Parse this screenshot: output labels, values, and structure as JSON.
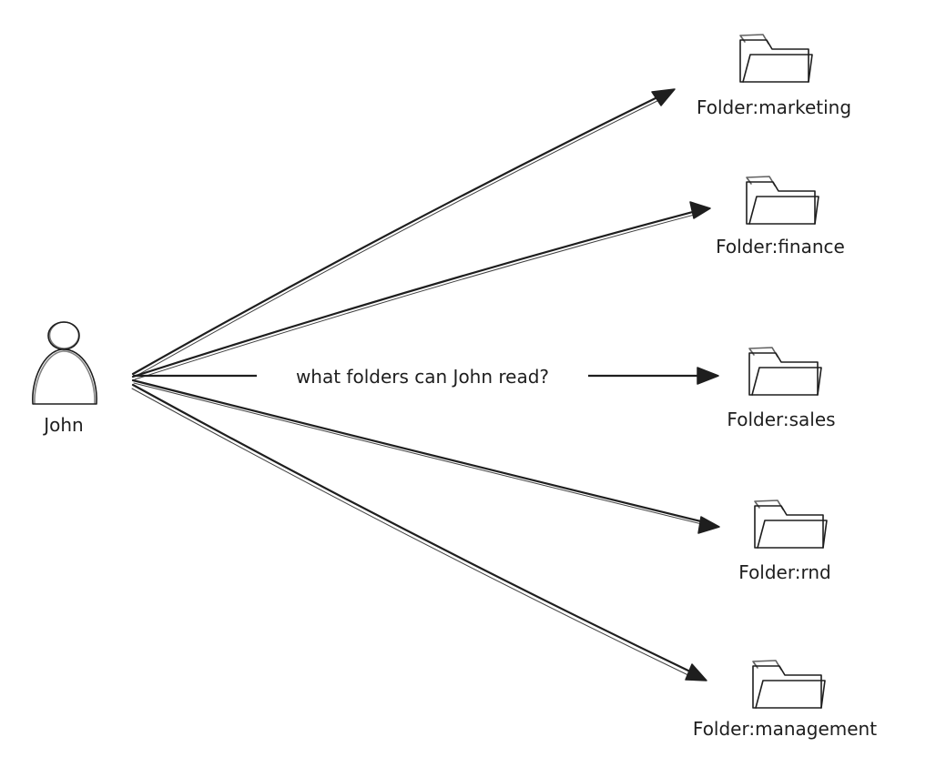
{
  "diagram": {
    "source": {
      "label": "John",
      "icon": "user-icon"
    },
    "query_label": "what folders can John read?",
    "targets": [
      {
        "label": "Folder:marketing",
        "icon": "folder-icon"
      },
      {
        "label": "Folder:finance",
        "icon": "folder-icon"
      },
      {
        "label": "Folder:sales",
        "icon": "folder-icon"
      },
      {
        "label": "Folder:rnd",
        "icon": "folder-icon"
      },
      {
        "label": "Folder:management",
        "icon": "folder-icon"
      }
    ],
    "colors": {
      "stroke": "#1e1e1e",
      "background": "#ffffff"
    }
  }
}
